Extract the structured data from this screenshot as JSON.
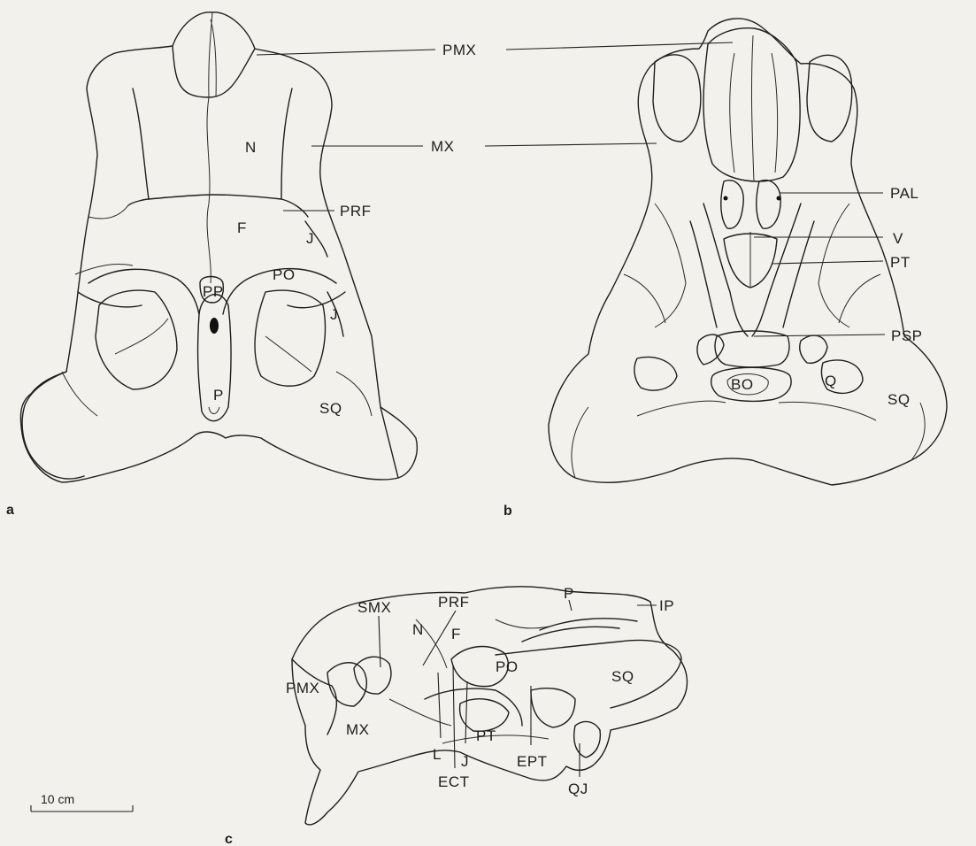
{
  "panels": {
    "a": "a",
    "b": "b",
    "c": "c"
  },
  "scale_bar": "10 cm",
  "labels_a": {
    "N": "N",
    "F": "F",
    "J_upper": "J",
    "PO": "PO",
    "PP": "PP",
    "J_lower": "J",
    "P": "P",
    "SQ": "SQ"
  },
  "labels_shared": {
    "PMX": "PMX",
    "MX": "MX",
    "PRF": "PRF"
  },
  "labels_b": {
    "PAL": "PAL",
    "V": "V",
    "PT": "PT",
    "PSP": "PSP",
    "Q": "Q",
    "BO": "BO",
    "SQ": "SQ"
  },
  "labels_c": {
    "SMX": "SMX",
    "PRF": "PRF",
    "P": "P",
    "IP": "IP",
    "N": "N",
    "F": "F",
    "PO": "PO",
    "SQ": "SQ",
    "PMX": "PMX",
    "MX": "MX",
    "PT": "PT",
    "L": "L",
    "J": "J",
    "EPT": "EPT",
    "ECT": "ECT",
    "QJ": "QJ"
  }
}
